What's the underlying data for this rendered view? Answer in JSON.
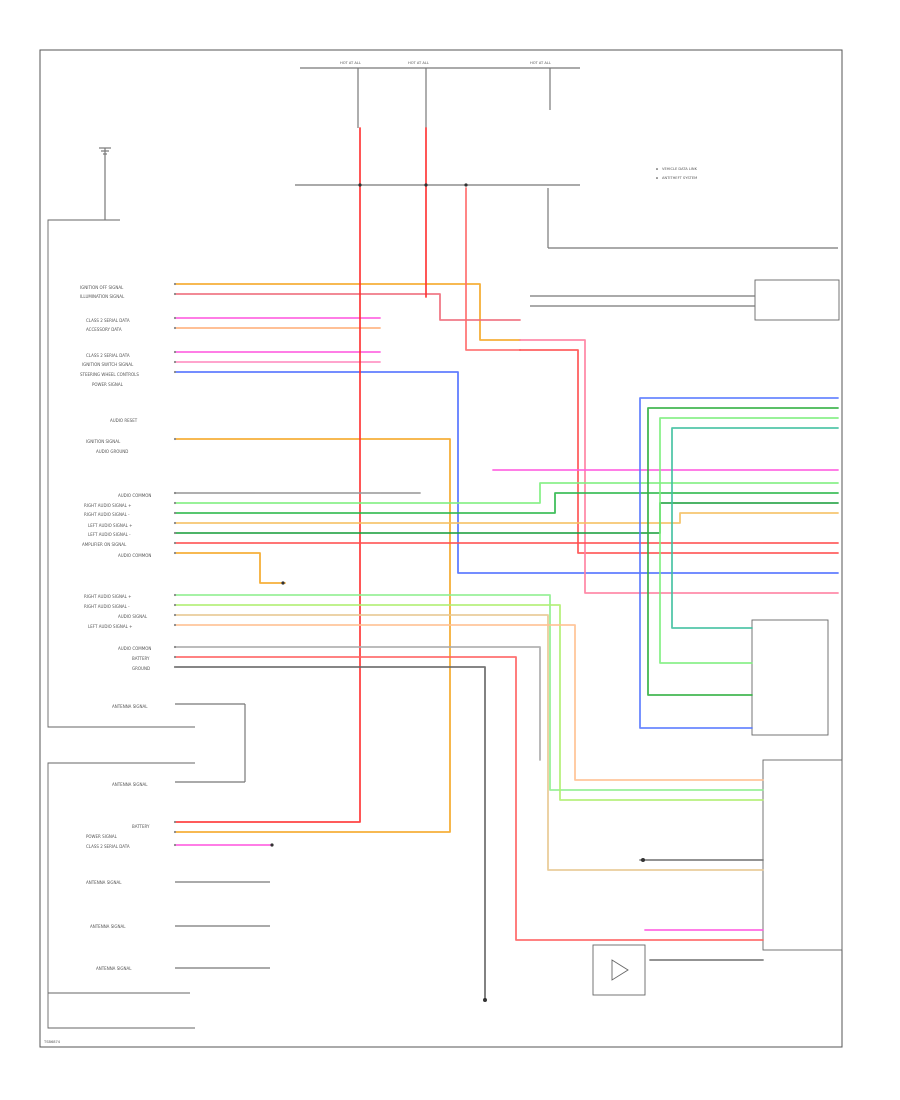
{
  "page_code": "TSB6874",
  "top_fuse_labels": [
    "HOT AT ALL",
    "HOT AT ALL",
    "HOT AT ALL"
  ],
  "left_labels": [
    "IGNITION OFF SIGNAL",
    "ILLUMINATION SIGNAL",
    "CLASS 2 SERIAL DATA",
    "ACCESSORY DATA",
    "CLASS 2 SERIAL DATA",
    "IGNITION SWITCH SIGNAL",
    "STEERING WHEEL CONTROLS",
    "POWER SIGNAL",
    "AUDIO RESET",
    "IGNITION SIGNAL",
    "AUDIO GROUND",
    "AUDIO COMMON",
    "RIGHT AUDIO SIGNAL +",
    "RIGHT AUDIO SIGNAL -",
    "LEFT AUDIO SIGNAL +",
    "LEFT AUDIO SIGNAL -",
    "AMPLIFIER ON SIGNAL",
    "AUDIO COMMON",
    "RIGHT AUDIO SIGNAL +",
    "RIGHT AUDIO SIGNAL -",
    "AUDIO SIGNAL",
    "LEFT AUDIO SIGNAL +",
    "AUDIO COMMON",
    "BATTERY",
    "GROUND",
    "ANTENNA SIGNAL",
    "ANTENNA SIGNAL",
    "BATTERY",
    "POWER SIGNAL",
    "CLASS 2 SERIAL DATA",
    "ANTENNA SIGNAL",
    "ANTENNA SIGNAL",
    "ANTENNA SIGNAL"
  ],
  "legend": [
    "VEHICLE DATA LINK",
    "ANTITHEFT SYSTEM"
  ]
}
